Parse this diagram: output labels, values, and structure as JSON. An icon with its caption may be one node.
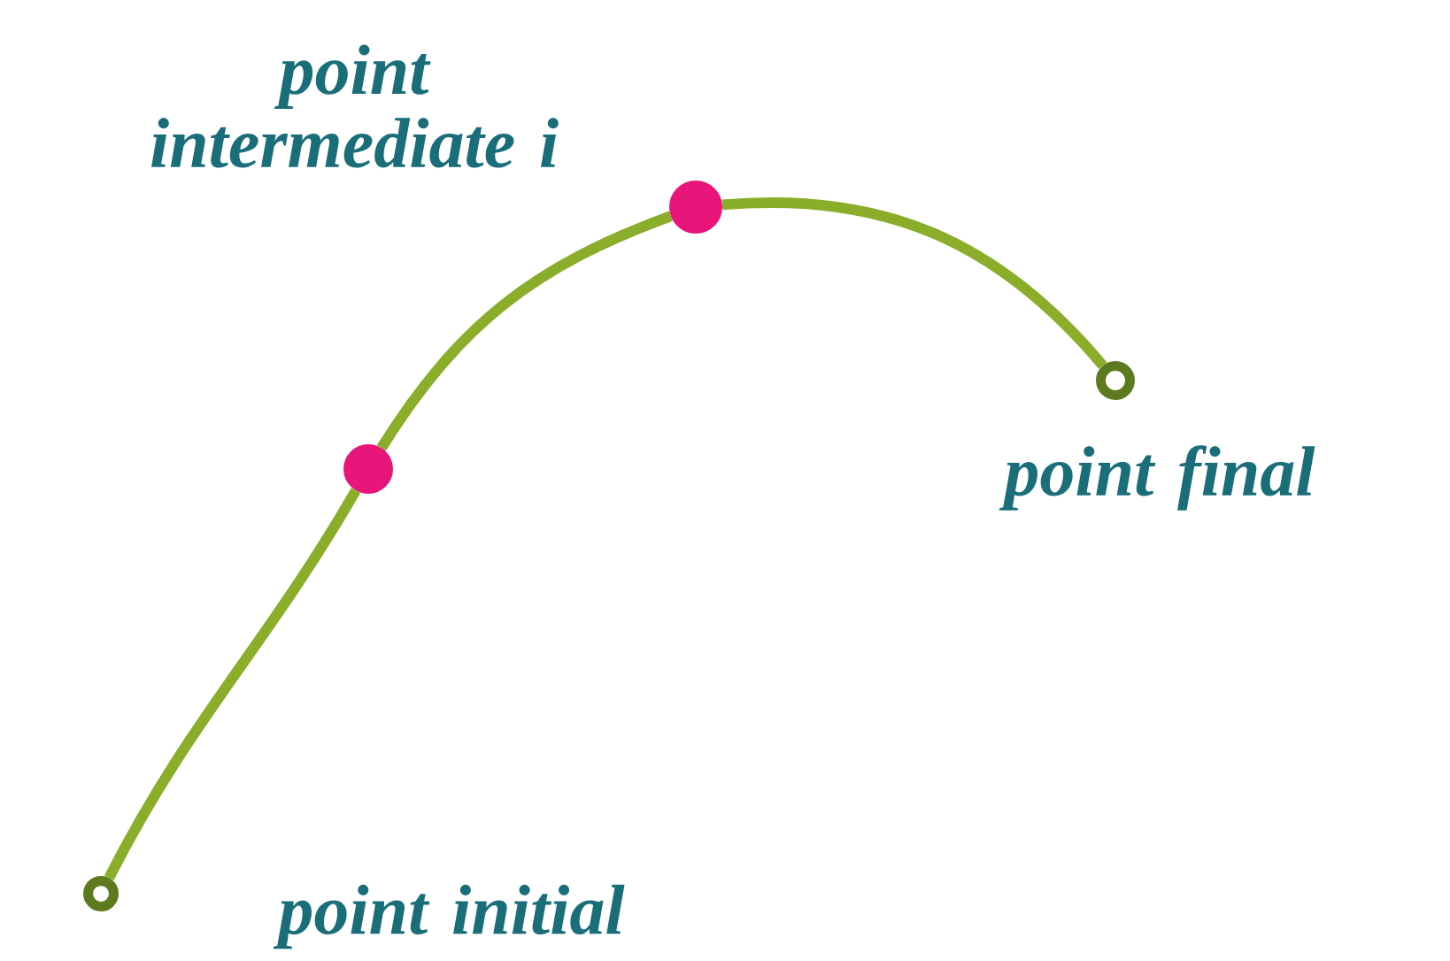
{
  "diagram": {
    "nodes": [
      {
        "text": [],
        "shape": "circle",
        "beside": [
          "point initial"
        ]
      },
      {
        "text": [],
        "shape": "circle"
      },
      {
        "text": [],
        "shape": "circle",
        "beside": [
          "point intermediate i"
        ]
      },
      {
        "text": [],
        "shape": "circle",
        "beside": [
          "point final"
        ]
      }
    ],
    "edges": [
      {
        "from": 0,
        "to": 1,
        "arrow": "none"
      },
      {
        "from": 1,
        "to": 2,
        "arrow": "none"
      },
      {
        "from": 2,
        "to": 3,
        "arrow": "none"
      }
    ]
  }
}
